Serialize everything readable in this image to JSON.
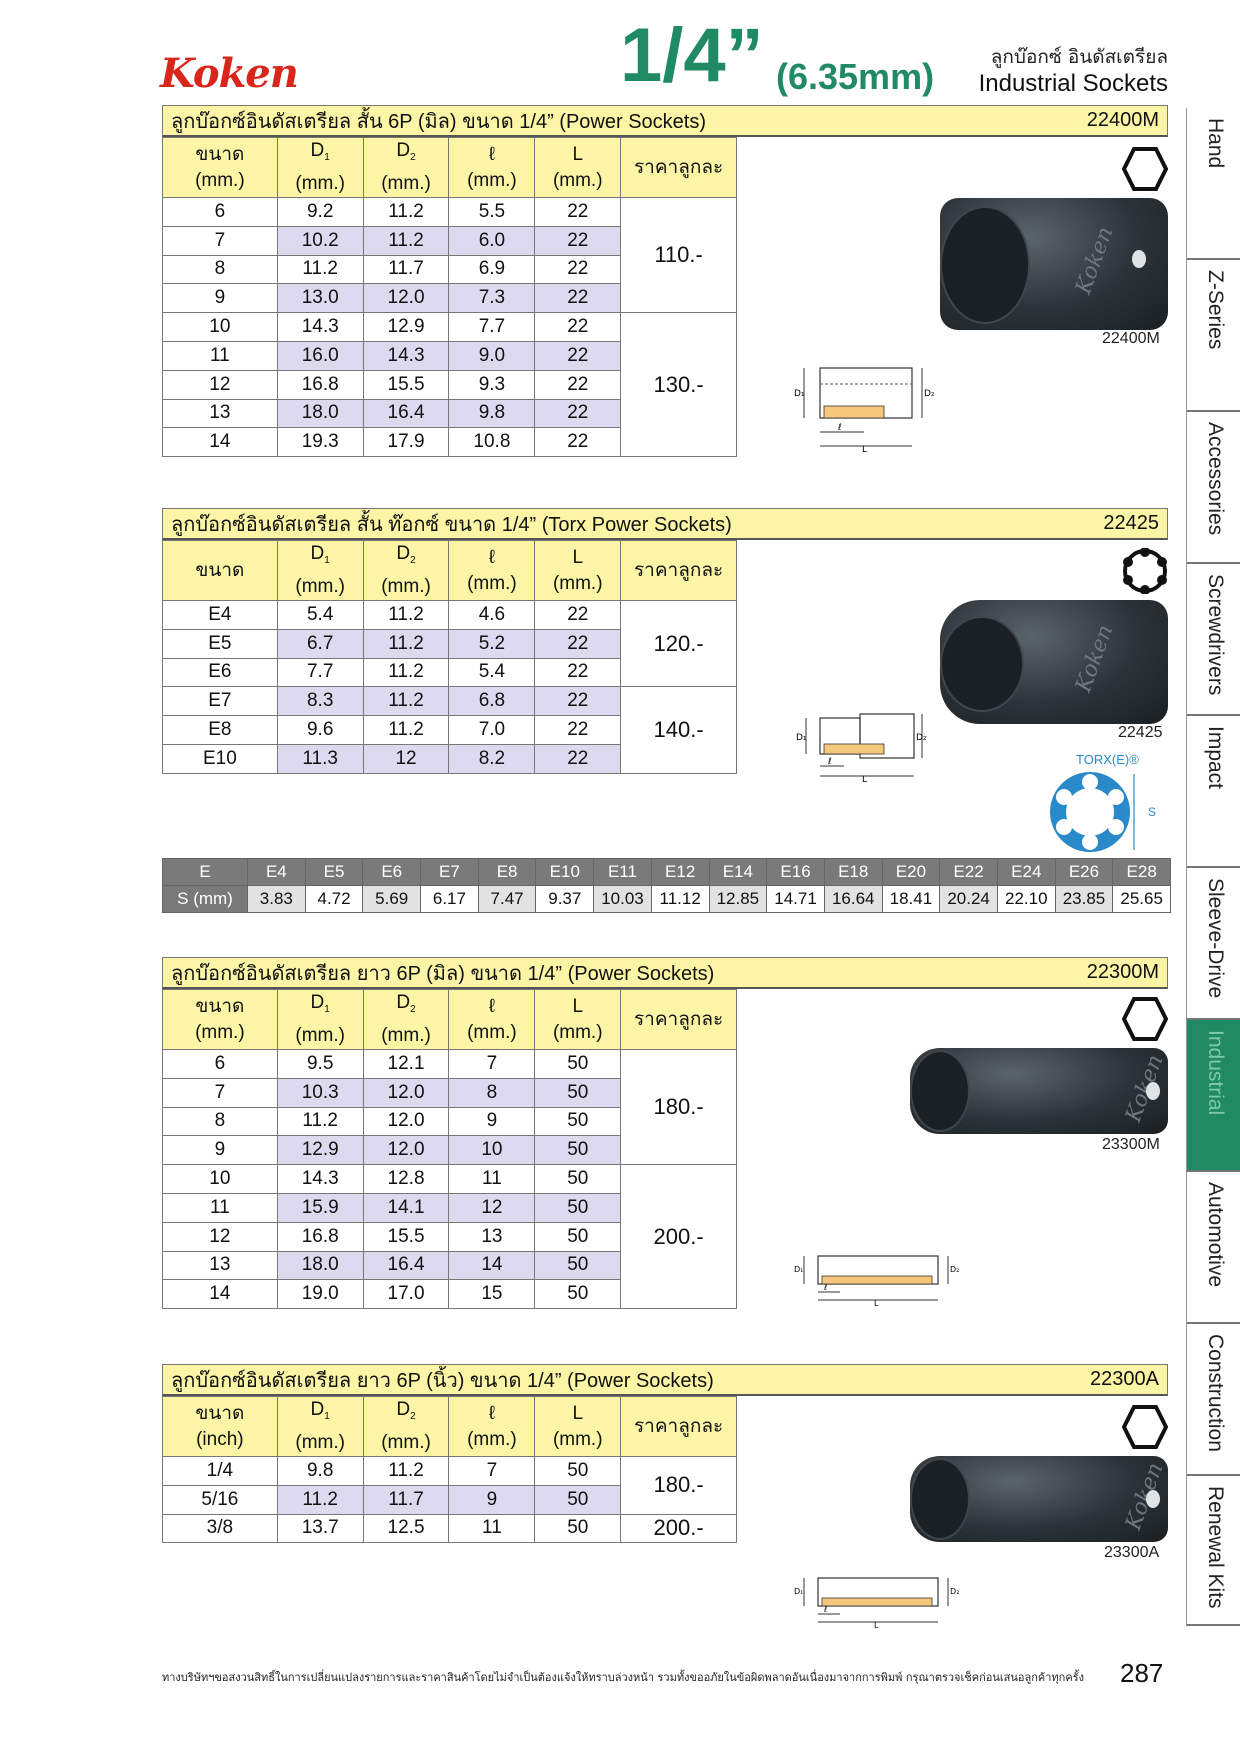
{
  "header": {
    "brand": "Koken",
    "size": "1/4”",
    "size_mm": "(6.35mm)",
    "title_th": "ลูกบ๊อกซ์ อินดัสเตรียล",
    "title_en": "Industrial Sockets"
  },
  "tabs": [
    "Hand",
    "Z-Series",
    "Accessories",
    "Screwdrivers",
    "Impact",
    "Sleeve-Drive",
    "Industrial",
    "Automotive",
    "Construction",
    "Renewal Kits"
  ],
  "active_tab": "Industrial",
  "table_headers": {
    "size_mm": [
      "ขนาด",
      "(mm.)"
    ],
    "size_inch": [
      "ขนาด",
      "(inch)"
    ],
    "size_torx": "ขนาด",
    "d1": "D",
    "d1_sub": "1",
    "d2": "D",
    "d2_sub": "2",
    "l_small": "ℓ",
    "l_big": "L",
    "unit": "(mm.)",
    "price": "ราคาลูกละ"
  },
  "sections": [
    {
      "title": "ลูกบ๊อกซ์อินดัสเตรียล สั้น 6P (มิล) ขนาด 1/4” (Power Sockets)",
      "code": "22400M",
      "image_code": "22400M",
      "rows": [
        [
          "6",
          "9.2",
          "11.2",
          "5.5",
          "22"
        ],
        [
          "7",
          "10.2",
          "11.2",
          "6.0",
          "22"
        ],
        [
          "8",
          "11.2",
          "11.7",
          "6.9",
          "22"
        ],
        [
          "9",
          "13.0",
          "12.0",
          "7.3",
          "22"
        ],
        [
          "10",
          "14.3",
          "12.9",
          "7.7",
          "22"
        ],
        [
          "11",
          "16.0",
          "14.3",
          "9.0",
          "22"
        ],
        [
          "12",
          "16.8",
          "15.5",
          "9.3",
          "22"
        ],
        [
          "13",
          "18.0",
          "16.4",
          "9.8",
          "22"
        ],
        [
          "14",
          "19.3",
          "17.9",
          "10.8",
          "22"
        ]
      ],
      "prices": [
        "110.-",
        "130.-"
      ]
    },
    {
      "title": "ลูกบ๊อกซ์อินดัสเตรียล สั้น ท๊อกซ์ ขนาด 1/4” (Torx Power Sockets)",
      "code": "22425",
      "image_code": "22425",
      "rows": [
        [
          "E4",
          "5.4",
          "11.2",
          "4.6",
          "22"
        ],
        [
          "E5",
          "6.7",
          "11.2",
          "5.2",
          "22"
        ],
        [
          "E6",
          "7.7",
          "11.2",
          "5.4",
          "22"
        ],
        [
          "E7",
          "8.3",
          "11.2",
          "6.8",
          "22"
        ],
        [
          "E8",
          "9.6",
          "11.2",
          "7.0",
          "22"
        ],
        [
          "E10",
          "11.3",
          "12",
          "8.2",
          "22"
        ]
      ],
      "prices": [
        "120.-",
        "140.-"
      ]
    },
    {
      "title": "ลูกบ๊อกซ์อินดัสเตรียล ยาว 6P (มิล) ขนาด 1/4” (Power Sockets)",
      "code": "22300M",
      "image_code": "23300M",
      "rows": [
        [
          "6",
          "9.5",
          "12.1",
          "7",
          "50"
        ],
        [
          "7",
          "10.3",
          "12.0",
          "8",
          "50"
        ],
        [
          "8",
          "11.2",
          "12.0",
          "9",
          "50"
        ],
        [
          "9",
          "12.9",
          "12.0",
          "10",
          "50"
        ],
        [
          "10",
          "14.3",
          "12.8",
          "11",
          "50"
        ],
        [
          "11",
          "15.9",
          "14.1",
          "12",
          "50"
        ],
        [
          "12",
          "16.8",
          "15.5",
          "13",
          "50"
        ],
        [
          "13",
          "18.0",
          "16.4",
          "14",
          "50"
        ],
        [
          "14",
          "19.0",
          "17.0",
          "15",
          "50"
        ]
      ],
      "prices": [
        "180.-",
        "200.-"
      ]
    },
    {
      "title": "ลูกบ๊อกซ์อินดัสเตรียล ยาว 6P (นิ้ว) ขนาด 1/4” (Power Sockets)",
      "code": "22300A",
      "image_code": "23300A",
      "rows": [
        [
          "1/4",
          "9.8",
          "11.2",
          "7",
          "50"
        ],
        [
          "5/16",
          "11.2",
          "11.7",
          "9",
          "50"
        ],
        [
          "3/8",
          "13.7",
          "12.5",
          "11",
          "50"
        ]
      ],
      "prices": [
        "180.-",
        "200.-"
      ]
    }
  ],
  "torx_label": "TORX(E)®",
  "torx_s": "S",
  "drawing_labels": {
    "d1": "D₁",
    "d2": "D₂",
    "l_small": "ℓ",
    "l_big": "L"
  },
  "es_table": {
    "e_label": "E",
    "s_label": "S (mm)",
    "e": [
      "E4",
      "E5",
      "E6",
      "E7",
      "E8",
      "E10",
      "E11",
      "E12",
      "E14",
      "E16",
      "E18",
      "E20",
      "E22",
      "E24",
      "E26",
      "E28"
    ],
    "s": [
      "3.83",
      "4.72",
      "5.69",
      "6.17",
      "7.47",
      "9.37",
      "10.03",
      "11.12",
      "12.85",
      "14.71",
      "16.64",
      "18.41",
      "20.24",
      "22.10",
      "23.85",
      "25.65"
    ]
  },
  "footer": "ทางบริษัทฯขอสงวนสิทธิ์ในการเปลี่ยนแปลงรายการและราคาสินค้าโดยไม่จำเป็นต้องแจ้งให้ทราบล่วงหน้า รวมทั้งขออภัยในข้อผิดพลาดอันเนื่องมาจากการพิมพ์ กรุณาตรวจเช็คก่อนเสนอลูกค้าทุกครั้ง",
  "page_number": "287"
}
